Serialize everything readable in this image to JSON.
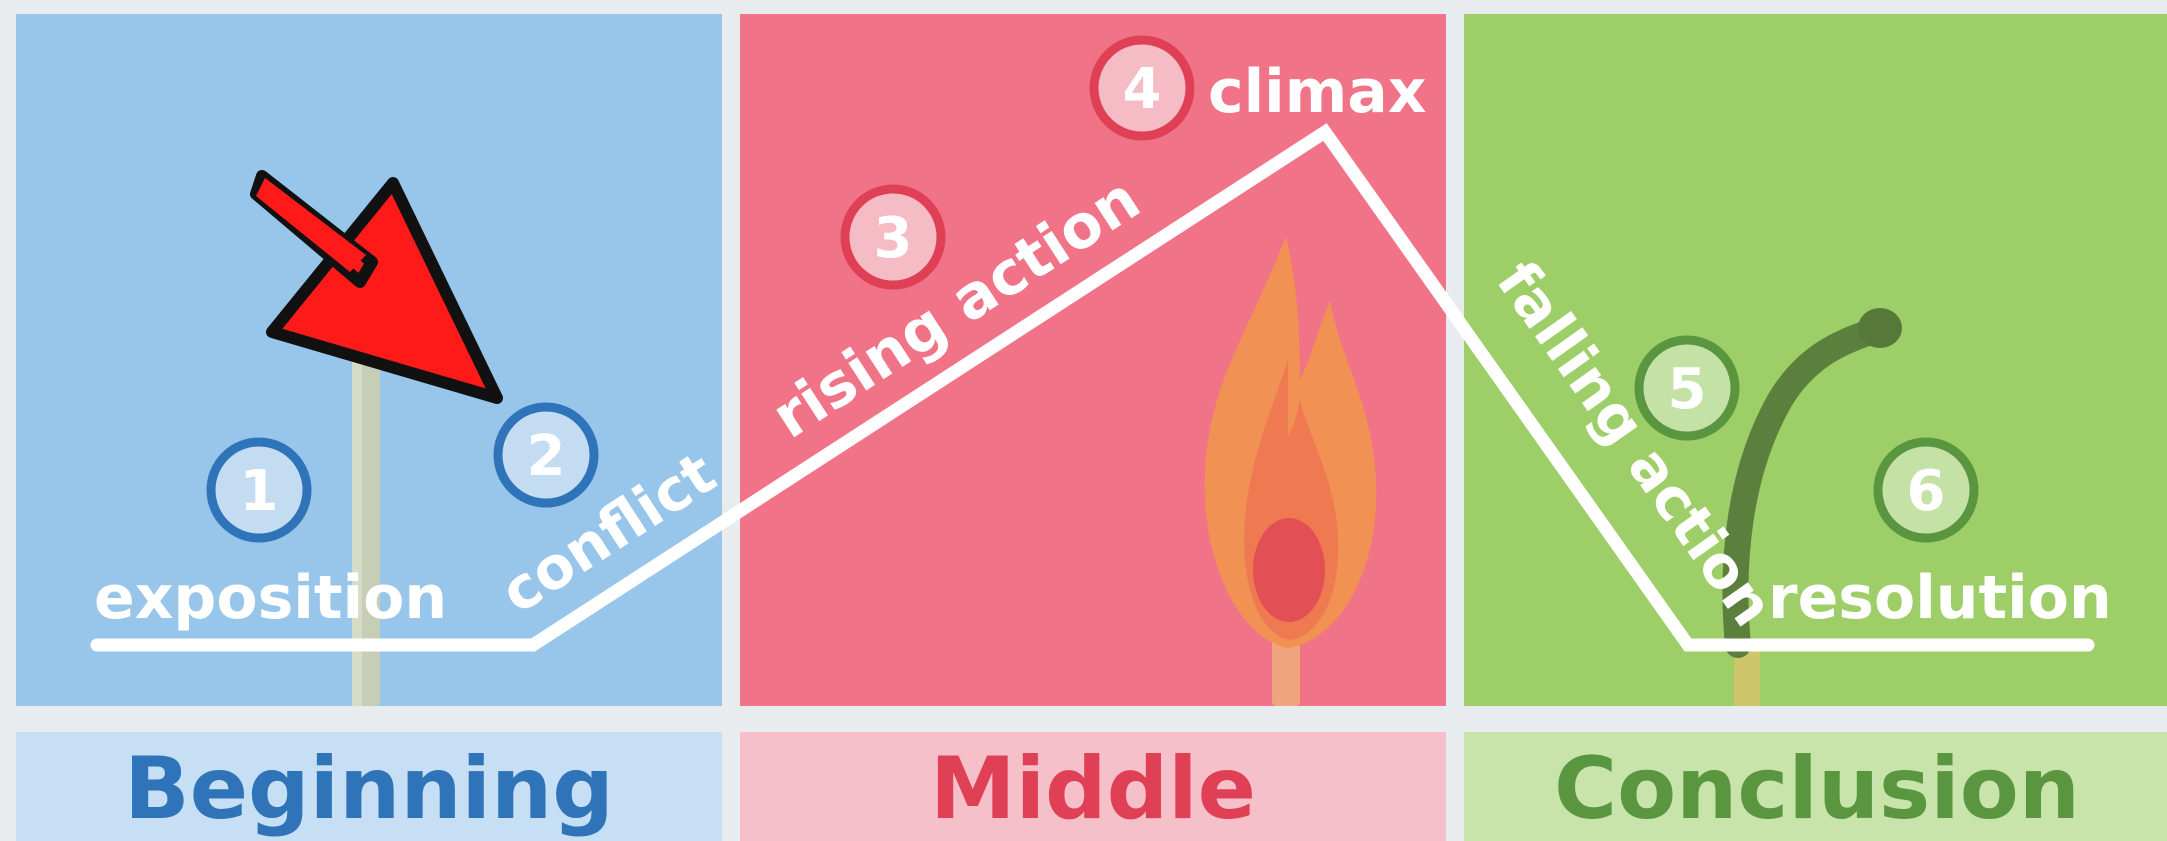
{
  "sections": {
    "beginning": {
      "label": "Beginning",
      "color": "#98c5ea",
      "label_bg": "#c6dff4",
      "text_color": "#2f74b8"
    },
    "middle": {
      "label": "Middle",
      "color": "#f07387",
      "label_bg": "#f5c0c9",
      "text_color": "#e04055"
    },
    "conclusion": {
      "label": "Conclusion",
      "color": "#9dce68",
      "label_bg": "#c8e4aa",
      "text_color": "#5a9640"
    }
  },
  "steps": [
    {
      "number": "1",
      "label": "exposition"
    },
    {
      "number": "2",
      "label": "conflict"
    },
    {
      "number": "3",
      "label": "rising action"
    },
    {
      "number": "4",
      "label": "climax"
    },
    {
      "number": "5",
      "label": "falling action"
    },
    {
      "number": "6",
      "label": "resolution"
    }
  ],
  "icons": [
    "unlit-match-icon",
    "burning-match-icon",
    "burnt-match-icon",
    "arrow-pointer-icon"
  ],
  "accent": {
    "arrow_fill": "#ff1a1a",
    "arrow_stroke": "#111111",
    "plot_line": "#ffffff"
  }
}
